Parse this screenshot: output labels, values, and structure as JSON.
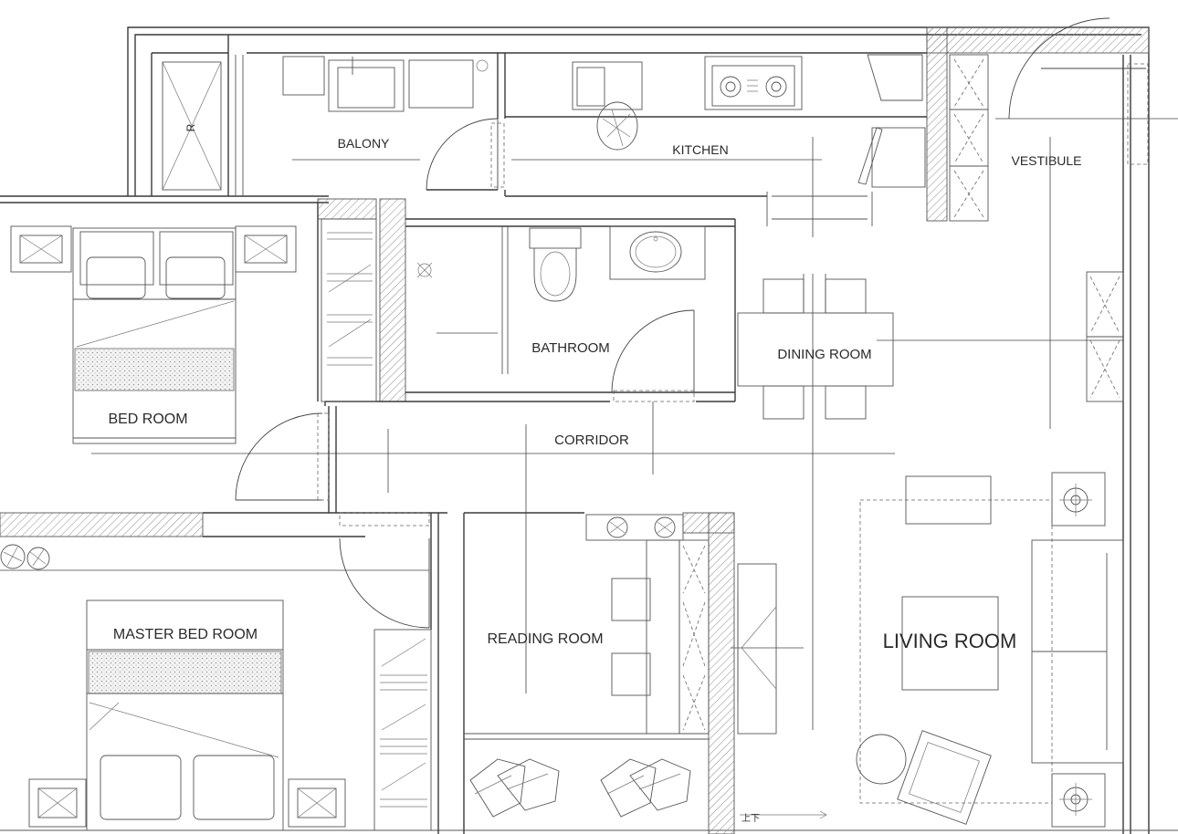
{
  "rooms": {
    "balcony": "BALONY",
    "kitchen": "KITCHEN",
    "vestibule": "VESTIBULE",
    "bedroom": "BED ROOM",
    "bathroom": "BATHROOM",
    "dining": "DINING ROOM",
    "corridor": "CORRIDOR",
    "master": "MASTER BED ROOM",
    "reading": "READING ROOM",
    "living": "LIVING ROOM"
  },
  "marks": {
    "fridge": "R",
    "stair": "上下"
  },
  "colors": {
    "line": "#3a3a3a",
    "hatch": "#888888",
    "background": "#ffffff"
  }
}
